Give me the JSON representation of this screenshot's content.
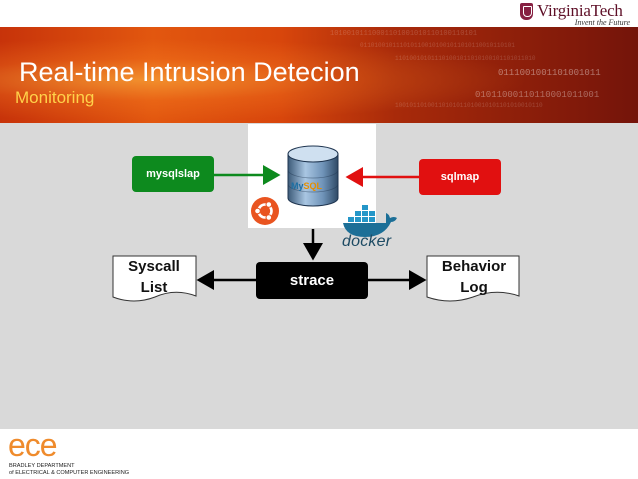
{
  "header": {
    "logo_name": "VirginiaTech",
    "logo_tagline": "Invent the Future"
  },
  "slide": {
    "title": "Real-time Intrusion Detecion",
    "subtitle": "Monitoring"
  },
  "diagram": {
    "sources": [
      {
        "label": "mysqlslap",
        "color": "#0d8a1e"
      },
      {
        "label": "sqlmap",
        "color": "#e11010"
      }
    ],
    "database_icon_text": "MySQL",
    "container_brand": "docker",
    "tracer": {
      "label": "strace",
      "color": "#000000"
    },
    "outputs": {
      "left": [
        "Syscall",
        "List"
      ],
      "right": [
        "Behavior",
        "Log"
      ]
    }
  },
  "footer": {
    "logo_text": "ece",
    "department_line1": "BRADLEY DEPARTMENT",
    "department_line2": "of ELECTRICAL & COMPUTER ENGINEERING"
  },
  "colors": {
    "banner_orange": "#e2570f",
    "banner_dark": "#74140a",
    "subtitle_yellow": "#ffd24a",
    "content_bg": "#d9d9d9",
    "ece_orange": "#ef8b2c",
    "vt_maroon": "#861f41"
  },
  "icons": [
    "virginia-tech-seal-icon",
    "mysql-database-icon",
    "ubuntu-icon",
    "docker-whale-icon"
  ]
}
